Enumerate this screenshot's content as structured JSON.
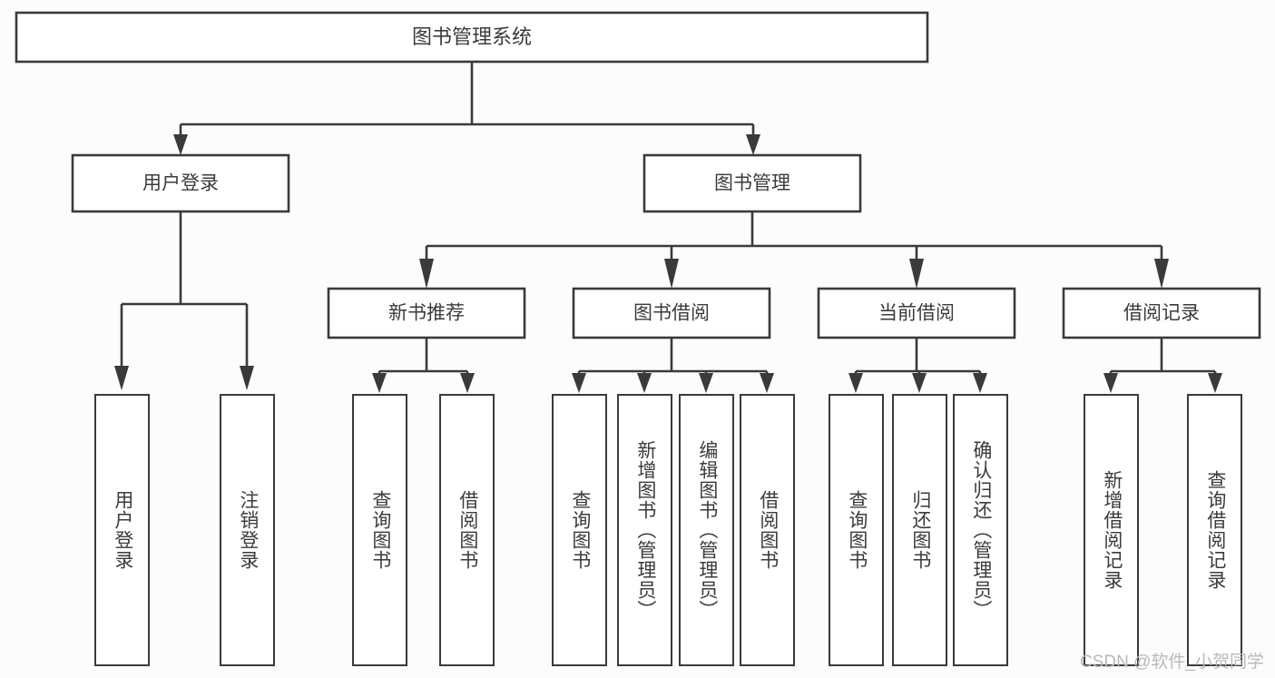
{
  "diagram": {
    "title": "图书管理系统",
    "watermark": "CSDN @软件_小贺同学",
    "accent_color": "#3a3a3a",
    "box_fill": "#ffffff",
    "text_color": "#3b3b3b",
    "root": {
      "label": "图书管理系统"
    },
    "level2": [
      {
        "label": "用户登录"
      },
      {
        "label": "图书管理"
      }
    ],
    "level3": [
      {
        "label": "新书推荐"
      },
      {
        "label": "图书借阅"
      },
      {
        "label": "当前借阅"
      },
      {
        "label": "借阅记录"
      }
    ],
    "leaves": {
      "user_login": [
        {
          "label": "用户登录"
        },
        {
          "label": "注销登录"
        }
      ],
      "new_book_recommend": [
        {
          "label": "查询图书"
        },
        {
          "label": "借阅图书"
        }
      ],
      "book_borrow": [
        {
          "label": "查询图书"
        },
        {
          "label": "新增图书（管理员）"
        },
        {
          "label": "编辑图书（管理员）"
        },
        {
          "label": "借阅图书"
        }
      ],
      "current_borrow": [
        {
          "label": "查询图书"
        },
        {
          "label": "归还图书"
        },
        {
          "label": "确认归还（管理员）"
        }
      ],
      "borrow_record": [
        {
          "label": "新增借阅记录"
        },
        {
          "label": "查询借阅记录"
        }
      ]
    }
  }
}
